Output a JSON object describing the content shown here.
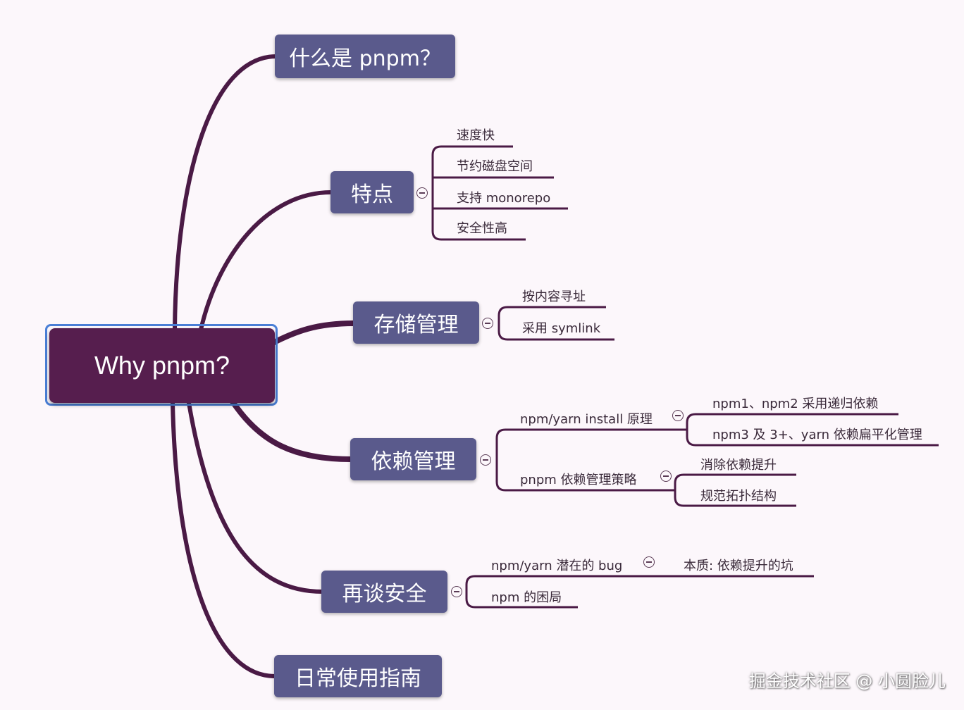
{
  "root": {
    "label": "Why pnpm?"
  },
  "topics": {
    "what": "什么是 pnpm？",
    "features": "特点",
    "storage": "存储管理",
    "deps": "依赖管理",
    "security": "再谈安全",
    "guide": "日常使用指南"
  },
  "features": [
    "速度快",
    "节约磁盘空间",
    "支持 monorepo",
    "安全性高"
  ],
  "storage": [
    "按内容寻址",
    "采用 symlink"
  ],
  "deps": {
    "install": {
      "label": "npm/yarn install 原理",
      "children": [
        "npm1、npm2 采用递归依赖",
        "npm3 及 3+、yarn 依赖扁平化管理"
      ]
    },
    "strategy": {
      "label": "pnpm 依赖管理策略",
      "children": [
        "消除依赖提升",
        "规范拓扑结构"
      ]
    }
  },
  "security": {
    "bug": {
      "label": "npm/yarn 潜在的 bug",
      "children": [
        "本质: 依赖提升的坑"
      ]
    },
    "dilemma": "npm 的困局"
  },
  "watermark": "掘金技术社区 @ 小圆脸儿",
  "colors": {
    "background": "#fcf7fb",
    "root": "#561e4e",
    "topic": "#5a5a8c",
    "branch": "#4a1a45",
    "selection": "#4a7fd6"
  }
}
